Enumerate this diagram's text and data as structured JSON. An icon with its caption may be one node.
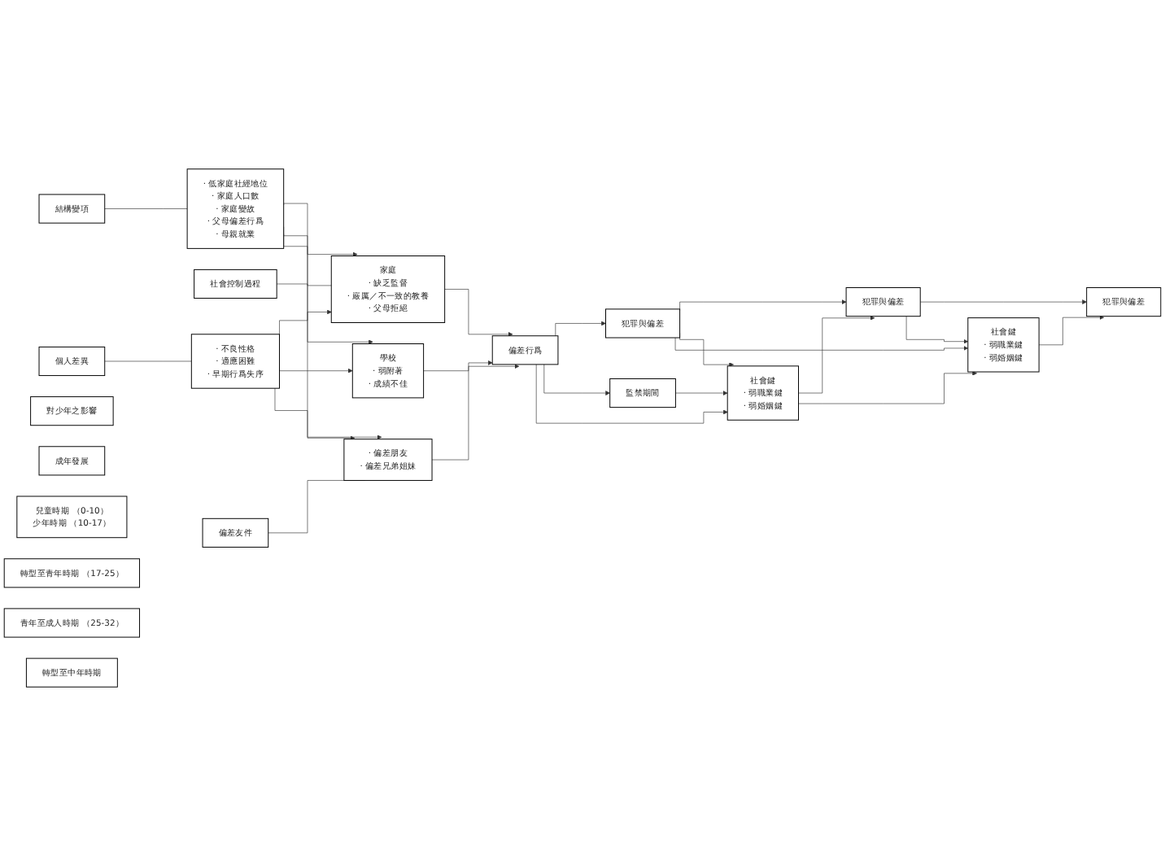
{
  "diagram": {
    "nodes": [
      {
        "text": [
          "結構變項"
        ]
      },
      {
        "text": [
          "· 低家庭社經地位",
          "· 家庭人口數",
          "· 家庭變故",
          "· 父母偏差行爲",
          "· 母親就業"
        ]
      },
      {
        "text": [
          "社會控制過程"
        ]
      },
      {
        "text": [
          "家庭",
          "· 缺乏監督",
          "· 嚴厲／不一致的教養",
          "· 父母拒絕"
        ]
      },
      {
        "text": [
          "對少年之影響"
        ]
      },
      {
        "text": [
          "成年發展"
        ]
      },
      {
        "text": [
          "偏差行爲"
        ]
      },
      {
        "text": [
          "犯罪與偏差"
        ]
      },
      {
        "text": [
          "犯罪與偏差"
        ]
      },
      {
        "text": [
          "犯罪與偏差"
        ]
      },
      {
        "text": [
          "學校",
          "· 弱附著",
          "· 成績不佳"
        ]
      },
      {
        "text": [
          "監禁期間"
        ]
      },
      {
        "text": [
          "社會鍵",
          "· 弱職業鍵",
          "· 弱婚姻鍵"
        ]
      },
      {
        "text": [
          "社會鍵",
          "· 弱職業鍵",
          "· 弱婚姻鍵"
        ]
      },
      {
        "text": [
          "個人差異"
        ]
      },
      {
        "text": [
          "偏差友件"
        ]
      },
      {
        "text": [
          "· 不良性格",
          "· 適應困難",
          "· 早期行爲失序"
        ]
      },
      {
        "text": [
          "· 偏差朋友",
          "· 偏差兄弟姐妹"
        ]
      },
      {
        "text": [
          "兒童時期 （0-10）",
          "少年時期 （10-17）"
        ]
      },
      {
        "text": [
          "轉型至青年時期 （17-25）"
        ]
      },
      {
        "text": [
          "青年至成人時期 （25-32）"
        ]
      },
      {
        "text": [
          "轉型至中年時期"
        ]
      }
    ],
    "edges": [
      {
        "from": 0,
        "to": 1,
        "arrow": "none"
      },
      {
        "from": 2,
        "to": 3,
        "arrow": "none"
      },
      {
        "from": 14,
        "to": 16,
        "arrow": "none"
      },
      {
        "from": 15,
        "to": 17,
        "arrow": "none"
      },
      {
        "from": 1,
        "to": 3,
        "arrow": "to"
      },
      {
        "from": 1,
        "to": 10,
        "arrow": "to"
      },
      {
        "from": 1,
        "to": 17,
        "arrow": "to"
      },
      {
        "from": 16,
        "to": 3,
        "arrow": "to"
      },
      {
        "from": 16,
        "to": 10,
        "arrow": "to"
      },
      {
        "from": 16,
        "to": 17,
        "arrow": "to"
      },
      {
        "from": 3,
        "to": 6,
        "arrow": "to"
      },
      {
        "from": 10,
        "to": 6,
        "arrow": "to"
      },
      {
        "from": 17,
        "to": 6,
        "arrow": "to"
      },
      {
        "from": 6,
        "to": 7,
        "arrow": "to"
      },
      {
        "from": 6,
        "to": 11,
        "arrow": "to"
      },
      {
        "from": 6,
        "to": 12,
        "arrow": "to"
      },
      {
        "from": 7,
        "to": 8,
        "arrow": "to"
      },
      {
        "from": 8,
        "to": 9,
        "arrow": "to"
      },
      {
        "from": 7,
        "to": 12,
        "arrow": "to"
      },
      {
        "from": 7,
        "to": 13,
        "arrow": "to"
      },
      {
        "from": 8,
        "to": 13,
        "arrow": "to"
      },
      {
        "from": 12,
        "to": 8,
        "arrow": "to"
      },
      {
        "from": 13,
        "to": 9,
        "arrow": "to"
      },
      {
        "from": 11,
        "to": 12,
        "arrow": "to"
      },
      {
        "from": 12,
        "to": 13,
        "arrow": "to"
      }
    ]
  }
}
